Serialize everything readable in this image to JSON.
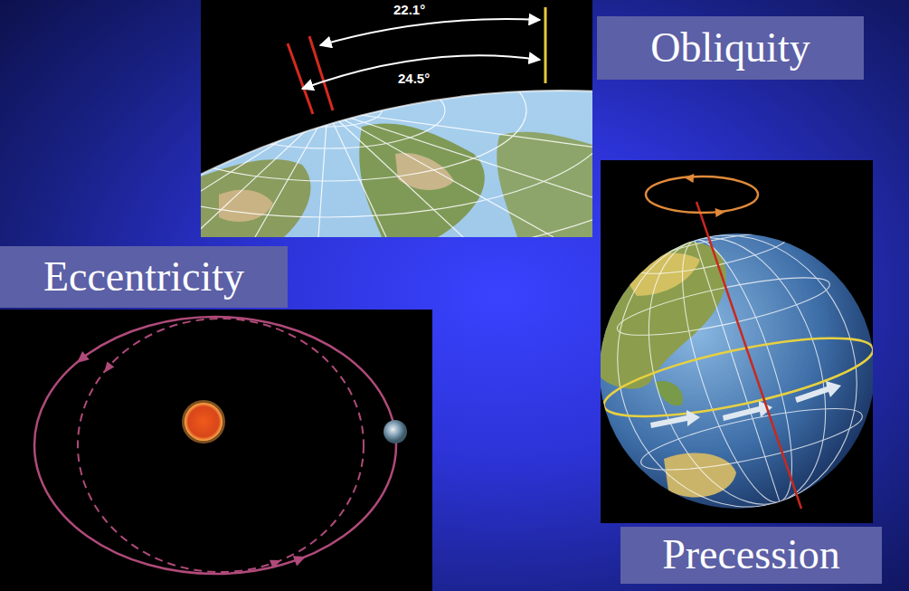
{
  "diagram": {
    "nodes": [
      {
        "text": [
          "Obliquity"
        ]
      },
      {
        "text": [
          "Eccentricity"
        ]
      },
      {
        "text": [
          "Precession"
        ]
      }
    ],
    "labels": [
      "22.1°",
      "24.5°"
    ]
  }
}
